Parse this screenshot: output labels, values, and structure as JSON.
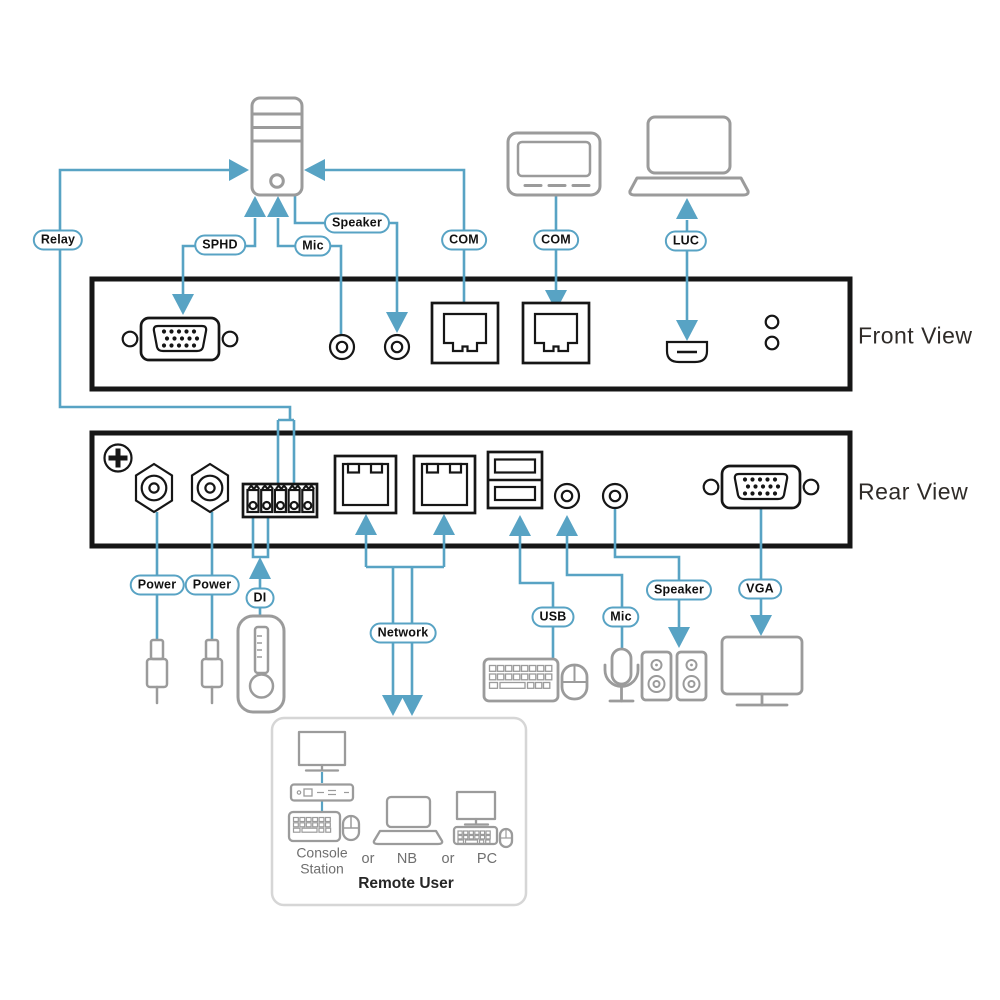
{
  "colors": {
    "accent": "#58a3c4",
    "icon_gray": "#9b9b9b",
    "panel_ink": "#161616",
    "box_border": "#d6d6d6"
  },
  "front_panel": {
    "title": "Front View",
    "labels": {
      "relay": "Relay",
      "sphd": "SPHD",
      "mic": "Mic",
      "speaker": "Speaker",
      "com_pc": "COM",
      "com_device": "COM",
      "luc": "LUC"
    }
  },
  "rear_panel": {
    "title": "Rear View",
    "labels": {
      "power_1": "Power",
      "power_2": "Power",
      "di": "DI",
      "network": "Network",
      "usb": "USB",
      "mic": "Mic",
      "speaker": "Speaker",
      "vga": "VGA"
    }
  },
  "remote_user_box": {
    "console_line1": "Console",
    "console_line2": "Station",
    "or_1": "or",
    "nb": "NB",
    "or_2": "or",
    "pc": "PC",
    "title": "Remote User"
  },
  "icons": [
    "pc-tower-icon",
    "serial-device-icon",
    "laptop-icon",
    "vga-port",
    "audio-jack",
    "rj45-port-front",
    "rj45-port-rear",
    "luc-port",
    "led-indicator",
    "screw",
    "dc-power-jack",
    "terminal-block",
    "usb-ports",
    "power-plug-icon",
    "temperature-sensor-icon",
    "keyboard-icon",
    "mouse-icon",
    "microphone-icon",
    "speakers-icon",
    "monitor-icon",
    "console-station-icon",
    "notebook-icon",
    "pc-icon"
  ]
}
